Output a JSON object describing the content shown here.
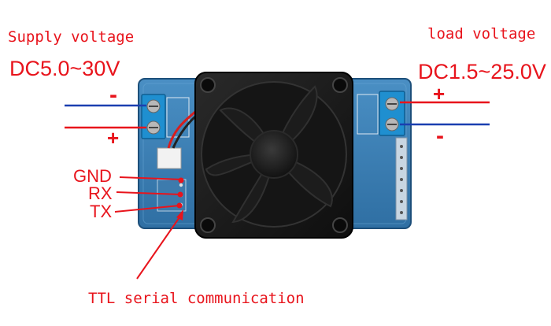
{
  "supply": {
    "title": "Supply voltage",
    "range": "DC5.0~30V",
    "minus": "-",
    "plus": "+"
  },
  "load": {
    "title": "load voltage",
    "range": "DC1.5~25.0V",
    "plus": "+",
    "minus": "-"
  },
  "pins": {
    "gnd": "GND",
    "rx": "RX",
    "tx": "TX"
  },
  "serial_label": "TTL serial communication",
  "colors": {
    "annotation_red": "#e8141c",
    "wire_blue": "#1a3fb0",
    "pcb_blue": "#3d7fb5",
    "terminal_blue": "#1f8fd0",
    "fan_black": "#1b1b1b"
  }
}
